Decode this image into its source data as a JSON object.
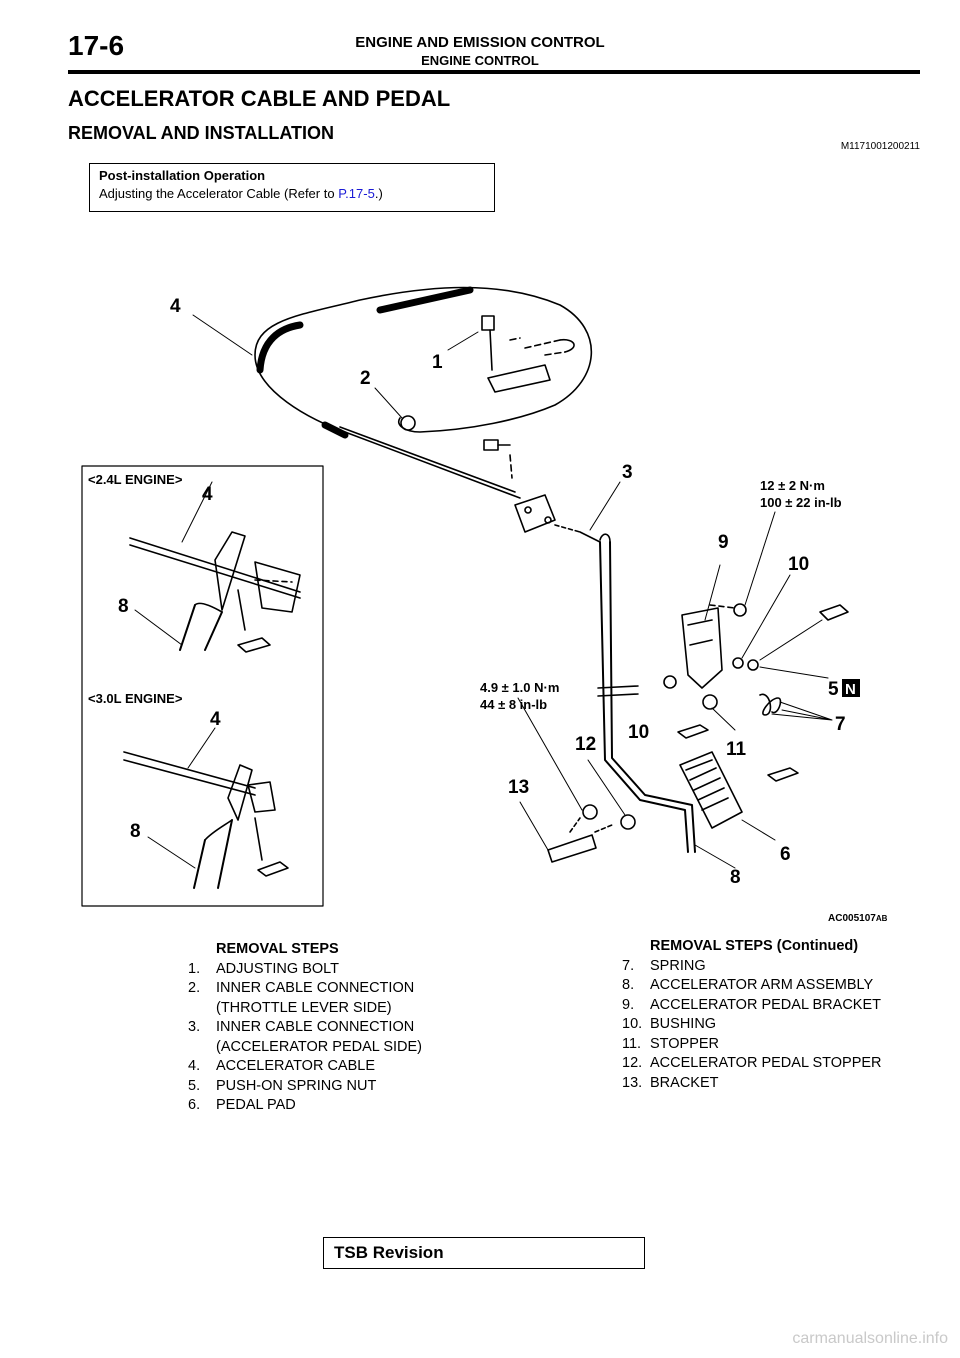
{
  "header": {
    "page_number": "17-6",
    "section_title": "ENGINE AND EMISSION CONTROL",
    "section_subtitle": "ENGINE CONTROL"
  },
  "title": "ACCELERATOR CABLE AND PEDAL",
  "subtitle": "REMOVAL AND INSTALLATION",
  "ref_code": "M1171001200211",
  "post_install": {
    "heading": "Post-installation Operation",
    "text_before": "Adjusting the Accelerator Cable (Refer to ",
    "link": "P.17-5",
    "text_after": ".)"
  },
  "figure": {
    "inset_24_label": "<2.4L ENGINE>",
    "inset_30_label": "<3.0L ENGINE>",
    "torque_upper_1": "12 ± 2 N·m",
    "torque_upper_2": "100 ± 22 in-lb",
    "torque_lower_1": "4.9 ± 1.0 N·m",
    "torque_lower_2": "44 ± 8 in-lb",
    "figure_code": "AC005107",
    "figure_suffix": "AB",
    "n_badge": "N",
    "callouts": {
      "c1": "1",
      "c2": "2",
      "c3": "3",
      "c4a": "4",
      "c4b": "4",
      "c4c": "4",
      "c5": "5",
      "c6": "6",
      "c7": "7",
      "c8a": "8",
      "c8b": "8",
      "c8c": "8",
      "c9": "9",
      "c10a": "10",
      "c10b": "10",
      "c11": "11",
      "c12": "12",
      "c13": "13"
    }
  },
  "removal_steps": {
    "heading": "REMOVAL STEPS",
    "items": [
      {
        "num": "1.",
        "text": "ADJUSTING BOLT"
      },
      {
        "num": "2.",
        "text": "INNER CABLE CONNECTION"
      },
      {
        "num": "",
        "text": "(THROTTLE LEVER SIDE)"
      },
      {
        "num": "3.",
        "text": "INNER CABLE CONNECTION"
      },
      {
        "num": "",
        "text": "(ACCELERATOR PEDAL SIDE)"
      },
      {
        "num": "4.",
        "text": "ACCELERATOR CABLE"
      },
      {
        "num": "5.",
        "text": "PUSH-ON SPRING NUT"
      },
      {
        "num": "6.",
        "text": "PEDAL PAD"
      }
    ]
  },
  "removal_steps_cont": {
    "heading": "REMOVAL STEPS (Continued)",
    "items": [
      {
        "num": "7.",
        "text": "SPRING"
      },
      {
        "num": "8.",
        "text": "ACCELERATOR ARM ASSEMBLY"
      },
      {
        "num": "9.",
        "text": "ACCELERATOR PEDAL BRACKET"
      },
      {
        "num": "10.",
        "text": "BUSHING"
      },
      {
        "num": "11.",
        "text": "STOPPER"
      },
      {
        "num": "12.",
        "text": "ACCELERATOR PEDAL STOPPER"
      },
      {
        "num": "13.",
        "text": "BRACKET"
      }
    ]
  },
  "footer": {
    "tsb": "TSB Revision",
    "watermark": "carmanualsonline.info"
  }
}
